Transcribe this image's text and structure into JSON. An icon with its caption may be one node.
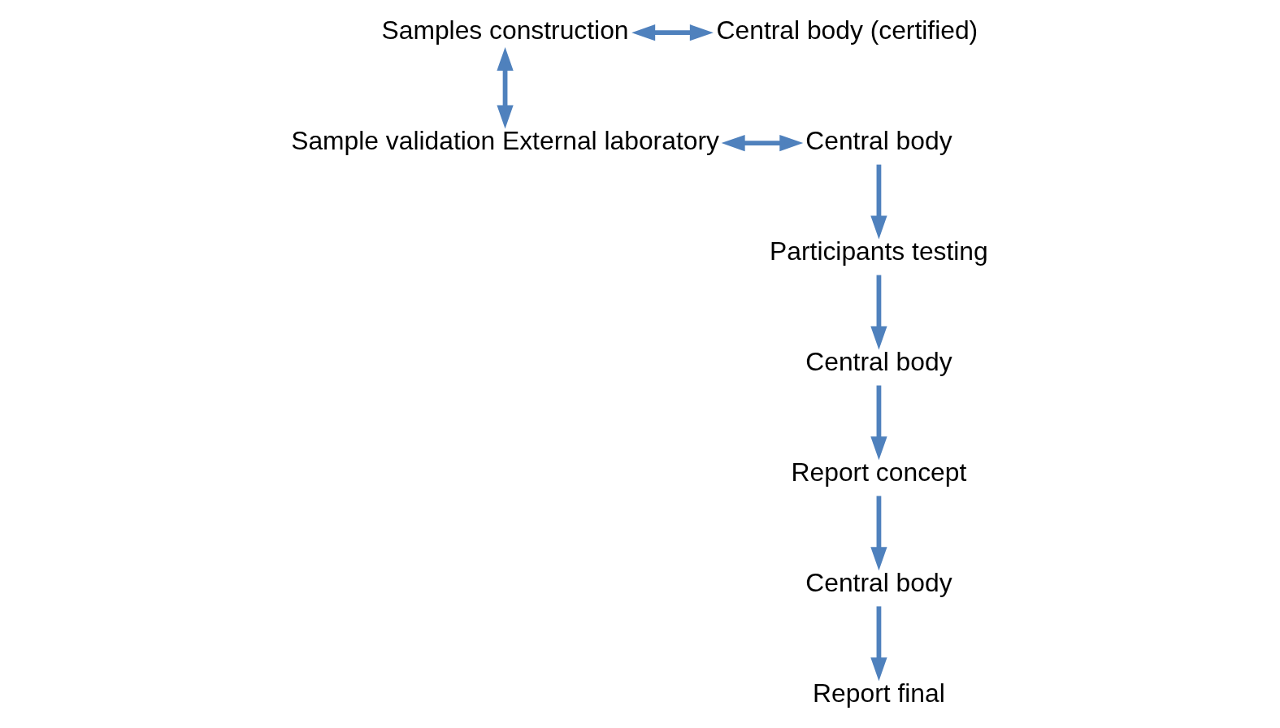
{
  "diagram": {
    "nodes": [
      {
        "text": [
          "Samples construction"
        ]
      },
      {
        "text": [
          "Central body (certified)"
        ]
      },
      {
        "text": [
          "Sample validation External laboratory"
        ]
      },
      {
        "text": [
          "Central body"
        ]
      },
      {
        "text": [
          "Participants testing"
        ]
      },
      {
        "text": [
          "Central body"
        ]
      },
      {
        "text": [
          "Report concept"
        ]
      },
      {
        "text": [
          "Central body"
        ]
      },
      {
        "text": [
          "Report final"
        ]
      }
    ],
    "edges": [
      {
        "from": 0,
        "to": 1,
        "arrow": "both"
      },
      {
        "from": 0,
        "to": 2,
        "arrow": "both"
      },
      {
        "from": 2,
        "to": 3,
        "arrow": "both"
      },
      {
        "from": 3,
        "to": 4,
        "arrow": "to"
      },
      {
        "from": 4,
        "to": 5,
        "arrow": "to"
      },
      {
        "from": 5,
        "to": 6,
        "arrow": "to"
      },
      {
        "from": 6,
        "to": 7,
        "arrow": "to"
      },
      {
        "from": 7,
        "to": 8,
        "arrow": "to"
      }
    ]
  }
}
